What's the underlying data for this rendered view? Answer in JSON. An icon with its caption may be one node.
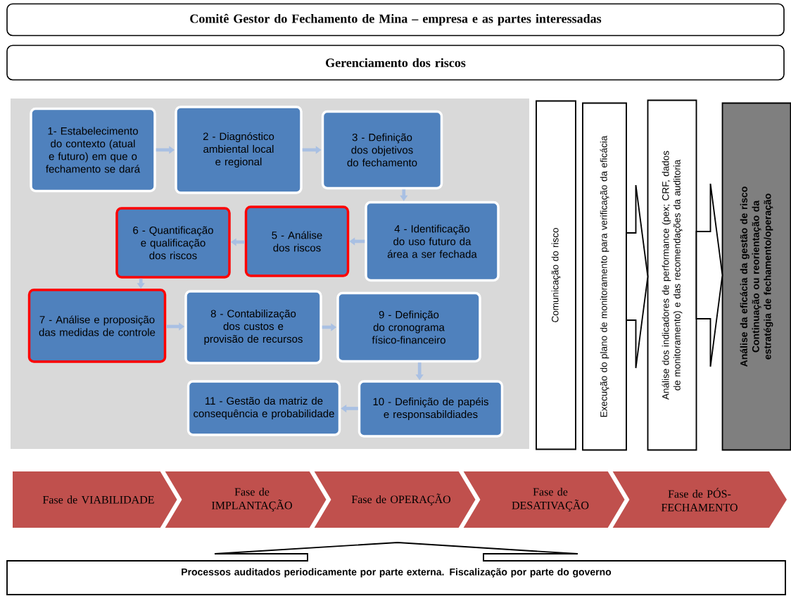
{
  "diagram": {
    "nodes": [
      {
        "text": [
          "Comitê Gestor do Fechamento de Mina – empresa e as partes interessadas"
        ]
      },
      {
        "text": [
          "Gerenciamento dos riscos"
        ]
      },
      {
        "text": [
          "1- Estabelecimento do contexto (atual e futuro) em que o fechamento se dará"
        ]
      },
      {
        "text": [
          "2 - Diagnóstico ambiental local e regional"
        ]
      },
      {
        "text": [
          "3 - Definição dos objetivos do fechamento"
        ]
      },
      {
        "text": [
          "4 - Identificação do uso futuro da área a ser fechada"
        ]
      },
      {
        "text": [
          "5 - Análise dos riscos"
        ]
      },
      {
        "text": [
          "6 - Quantificação e qualificação dos riscos"
        ]
      },
      {
        "text": [
          "7 - Análise e proposição das medidas de controle"
        ]
      },
      {
        "text": [
          "8 - Contabilização dos custos e provisão de recursos"
        ]
      },
      {
        "text": [
          "9 - Definição do cronograma físico-financeiro"
        ]
      },
      {
        "text": [
          "10 - Definição de papéis e responsabildiades"
        ]
      },
      {
        "text": [
          "11 - Gestão da matriz de consequência e probabilidade"
        ]
      },
      {
        "text": [
          "Comunicação do risco"
        ]
      },
      {
        "text": [
          "Execução do plano de monitoramento para verificação da eficácia"
        ]
      },
      {
        "text": [
          "Análise dos indicadores de performance (pex; CRF, dados de monitoramento) e das recomendações da auditoria"
        ]
      },
      {
        "text": [
          "Análise da eficácia da gestão de risco",
          "Continuação ou reorientação da estratégia de fechamento/operação"
        ]
      },
      {
        "text": [
          "Fase de VIABILIDADE"
        ]
      },
      {
        "text": [
          "Fase de IMPLANTAÇÃO"
        ]
      },
      {
        "text": [
          "Fase de OPERAÇÃO"
        ]
      },
      {
        "text": [
          "Fase de DESATIVAÇÃO"
        ]
      },
      {
        "text": [
          "Fase de PÓS-FECHAMENTO"
        ]
      },
      {
        "text": [
          "Processos auditados periodicamente por parte externa. Fiscalização por parte do governo"
        ]
      }
    ],
    "edges": [
      {
        "from": 2,
        "to": 3,
        "arrow": "to"
      },
      {
        "from": 3,
        "to": 4,
        "arrow": "to"
      },
      {
        "from": 4,
        "to": 5,
        "arrow": "to"
      },
      {
        "from": 5,
        "to": 6,
        "arrow": "to"
      },
      {
        "from": 6,
        "to": 7,
        "arrow": "to"
      },
      {
        "from": 7,
        "to": 8,
        "arrow": "to"
      },
      {
        "from": 8,
        "to": 9,
        "arrow": "to"
      },
      {
        "from": 9,
        "to": 10,
        "arrow": "to"
      },
      {
        "from": 10,
        "to": 11,
        "arrow": "to"
      },
      {
        "from": 11,
        "to": 12,
        "arrow": "to"
      },
      {
        "from": 14,
        "to": 15,
        "arrow": "to",
        "style": "thick"
      },
      {
        "from": 15,
        "to": 16,
        "arrow": "to",
        "style": "thick"
      }
    ]
  }
}
